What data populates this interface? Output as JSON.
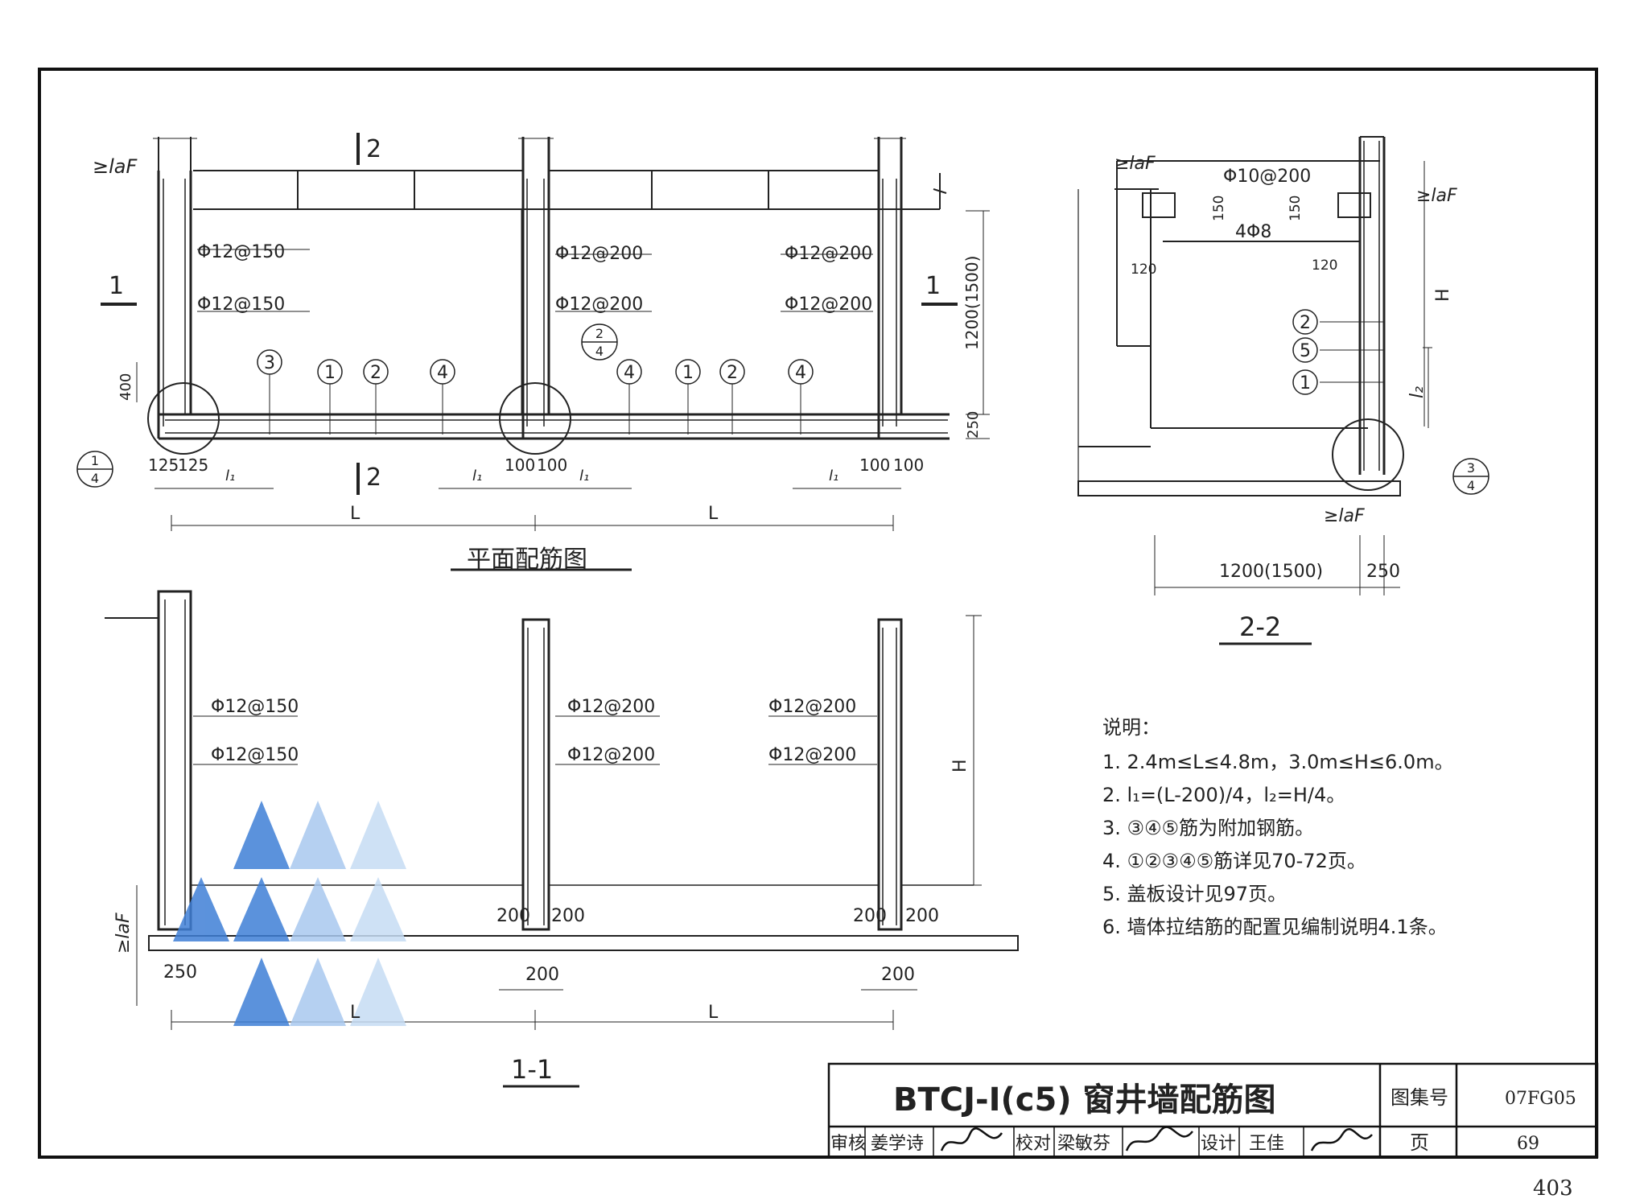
{
  "plan": {
    "title": "平面配筋图",
    "section_marks": {
      "left": "1",
      "right": "1",
      "top": "2",
      "bottom": "2"
    },
    "rebar_labels": [
      "Φ12@150",
      "Φ12@150",
      "Φ12@200",
      "Φ12@200",
      "Φ12@200",
      "Φ12@200"
    ],
    "anchor_label": "≥laF",
    "dim_400": "400",
    "dim_1200": "1200(1500)",
    "dim_250": "250",
    "callouts": [
      "3",
      "1",
      "2",
      "4",
      "4",
      "1",
      "2",
      "4"
    ],
    "detail_left": {
      "num": "1",
      "den": "4"
    },
    "detail_mid": {
      "num": "2",
      "den": "4"
    },
    "dims_bottom": [
      "125",
      "125",
      "l₁",
      "l₁",
      "100",
      "100",
      "l₁",
      "l₁",
      "100",
      "100"
    ],
    "span": [
      "L",
      "L"
    ]
  },
  "section_22": {
    "title": "2-2",
    "rebar_top": "Φ10@200",
    "rebar_bar": "4Φ8",
    "anchor_top": "≥laF",
    "anchor_right": "≥laF",
    "anchor_bottom": "≥laF",
    "dims_150": [
      "150",
      "150"
    ],
    "dims_120": [
      "120",
      "120"
    ],
    "height": "H",
    "l2": "l₂",
    "callouts": [
      "2",
      "5",
      "1"
    ],
    "detail": {
      "num": "3",
      "den": "4"
    },
    "dim_width": "1200(1500)",
    "dim_wall": "250"
  },
  "section_11": {
    "title": "1-1",
    "rebar_labels": [
      "Φ12@150",
      "Φ12@150",
      "Φ12@200",
      "Φ12@200",
      "Φ12@200",
      "Φ12@200"
    ],
    "height": "H",
    "anchor": "≥laF",
    "dims_200": [
      "200",
      "200",
      "200",
      "200"
    ],
    "dims_bottom": [
      "250",
      "200",
      "200"
    ],
    "span": [
      "L",
      "L"
    ]
  },
  "notes": {
    "heading": "说明：",
    "items": [
      "1. 2.4m≤L≤4.8m，3.0m≤H≤6.0m。",
      "2. l₁=(L-200)/4，l₂=H/4。",
      "3. ③④⑤筋为附加钢筋。",
      "4. ①②③④⑤筋详见70-72页。",
      "5. 盖板设计见97页。",
      "6. 墙体拉结筋的配置见编制说明4.1条。"
    ]
  },
  "title_block": {
    "title": "BTCJ-I(c5) 窗井墙配筋图",
    "atlas_label": "图集号",
    "atlas_no": "07FG05",
    "page_label": "页",
    "page_no": "69",
    "review_label": "审核",
    "reviewer": "姜学诗",
    "check_label": "校对",
    "checker": "梁敏芬",
    "design_label": "设计",
    "designer": "王佳"
  },
  "sheet_page": "403"
}
